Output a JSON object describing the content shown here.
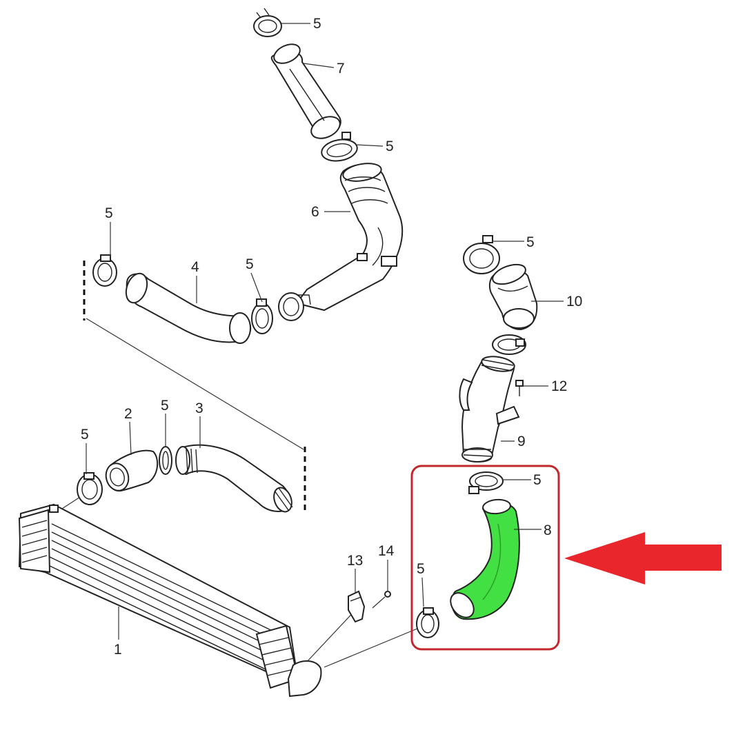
{
  "labels": {
    "p1": "1",
    "p2": "2",
    "p3": "3",
    "p4": "4",
    "p5": "5",
    "p6": "6",
    "p7": "7",
    "p8": "8",
    "p9": "9",
    "p10": "10",
    "p12": "12",
    "p13": "13",
    "p14": "14"
  },
  "colors": {
    "highlight_fill": "#43e043",
    "highlight_box": "#c0282e",
    "arrow": "#e8262c",
    "line": "#222222"
  }
}
